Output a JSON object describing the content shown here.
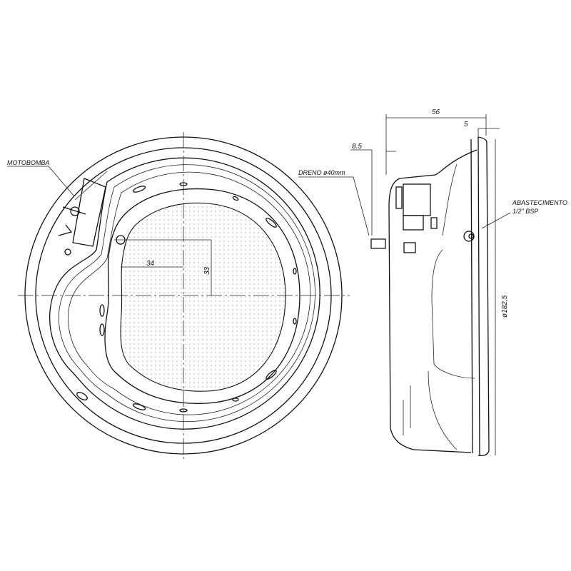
{
  "drawing": {
    "top_view": {
      "pump_label": "MOTOBOMBA",
      "dim_width": "34",
      "dim_height": "33"
    },
    "side_view": {
      "drain_label": "DRENO ø40mm",
      "dim_drain_offset": "8.5",
      "dim_depth": "56",
      "dim_rim": "5",
      "supply_label_line1": "ABASTECIMENTO",
      "supply_label_line2": "1/2\"  BSP",
      "dim_diameter": "ø182,5"
    }
  }
}
